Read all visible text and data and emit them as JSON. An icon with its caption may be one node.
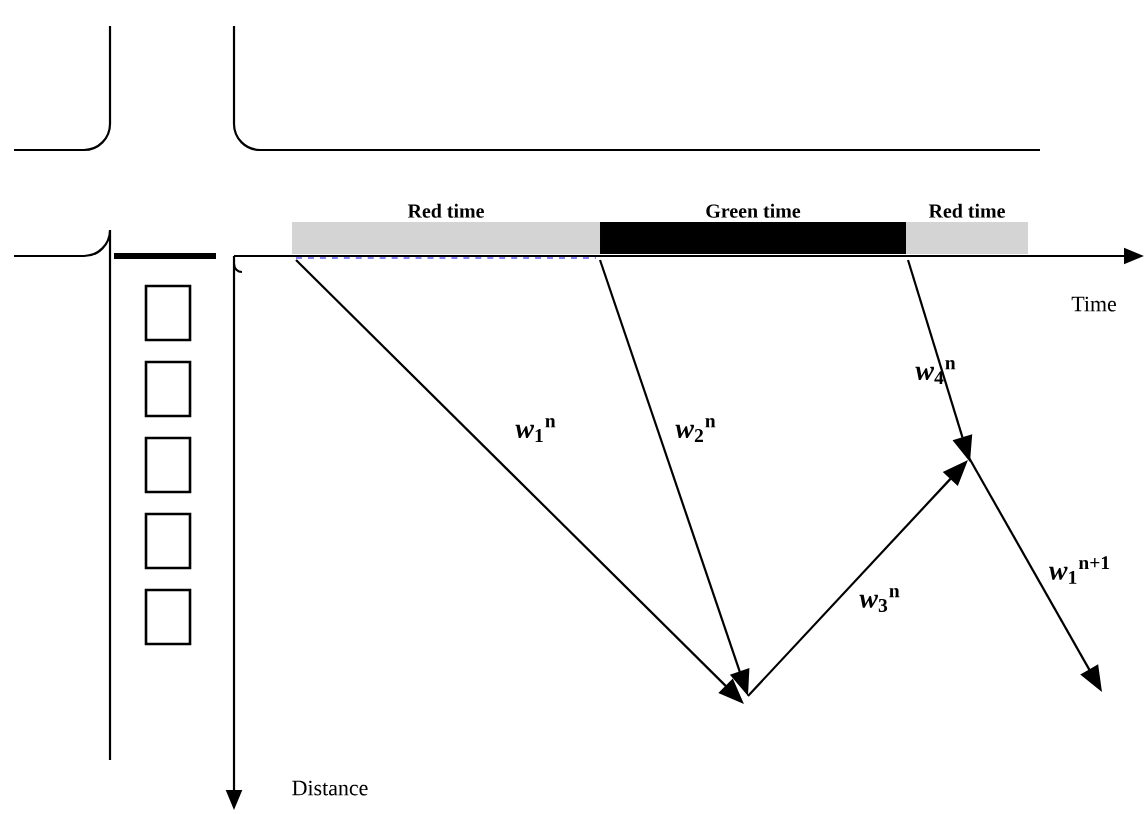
{
  "diagram": {
    "nodes": [
      {
        "text": [
          "Red time"
        ]
      },
      {
        "text": [
          "Green time"
        ]
      },
      {
        "text": [
          "Red time"
        ]
      }
    ],
    "labels": [
      "*w*$_{1}$$^{n}$",
      "*w*$_{2}$$^{n}$",
      "*w*$_{4}$$^{n}$",
      "*w*$_{3}$$^{n}$",
      "*w*$_{1}$$^{n+1}$",
      "Time",
      "Distance"
    ]
  }
}
